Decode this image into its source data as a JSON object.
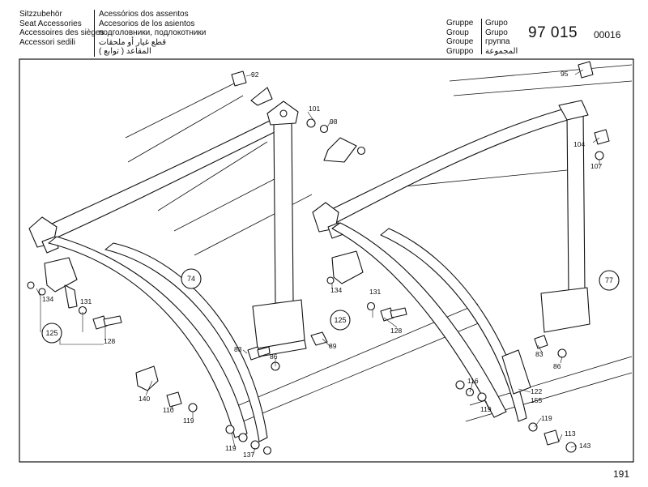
{
  "header": {
    "section_titles": [
      "Sitzzubehör",
      "Seat Accessories",
      "Accessoires des sièges",
      "Accessori sedili"
    ],
    "section_titles_2": [
      "Acessórios dos assentos",
      "Accesorios de los asientos",
      "подголовники, подлокотники",
      "قطع غيار أو ملحقات",
      "( توابع ) المقاعد"
    ],
    "group_labels_1": [
      "Gruppe",
      "Group",
      "Groupe",
      "Gruppo"
    ],
    "group_labels_2": [
      "Grupo",
      "Grupo",
      "группа",
      "المجموعة"
    ],
    "group_number": "97 015",
    "page_code": "00016"
  },
  "callouts": {
    "p92": "92",
    "p101": "101",
    "p98": "98",
    "p74": "74",
    "p134a": "134",
    "p131a": "131",
    "p125a": "125",
    "p128a": "128",
    "p83a": "83",
    "p86a": "86",
    "p89": "89",
    "p140": "140",
    "p110": "110",
    "p119a": "119",
    "p119b": "119",
    "p137": "137",
    "p95": "95",
    "p104": "104",
    "p107": "107",
    "p77": "77",
    "p134b": "134",
    "p131b": "131",
    "p125b": "125",
    "p128b": "128",
    "p83b": "83",
    "p86b": "86",
    "p116": "116",
    "p119c": "119",
    "p122": "122",
    "p155": "155",
    "p119d": "119",
    "p113": "113",
    "p143": "143"
  },
  "footer": {
    "page_number": "191"
  }
}
